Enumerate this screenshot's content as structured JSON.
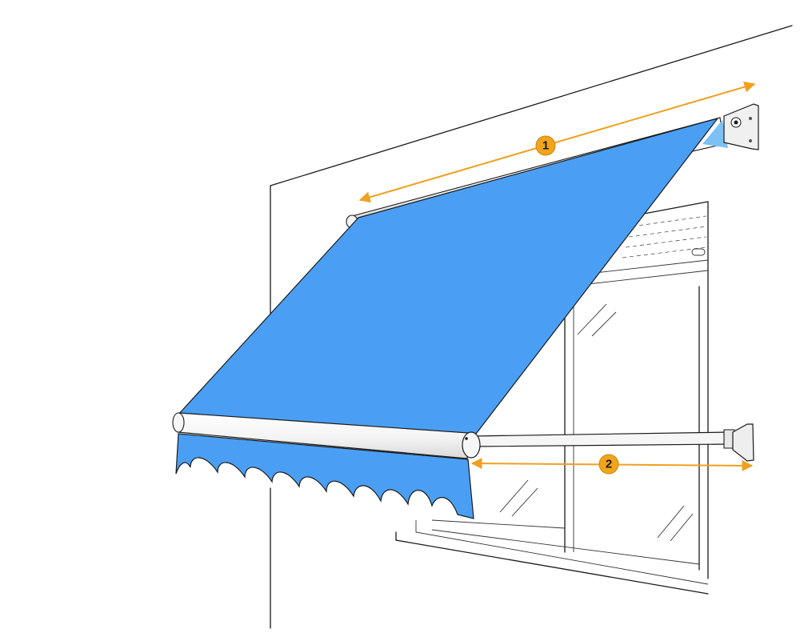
{
  "colors": {
    "fabric": "#4a9ff5",
    "arrow": "#f0a020",
    "badge_fill": "#f2a51a",
    "badge_text": "#1a1a1a",
    "outline": "#1a1a1a",
    "metal": "#f4f4f4"
  },
  "dimensions": [
    {
      "id": "1",
      "label": "1"
    },
    {
      "id": "2",
      "label": "2"
    }
  ]
}
